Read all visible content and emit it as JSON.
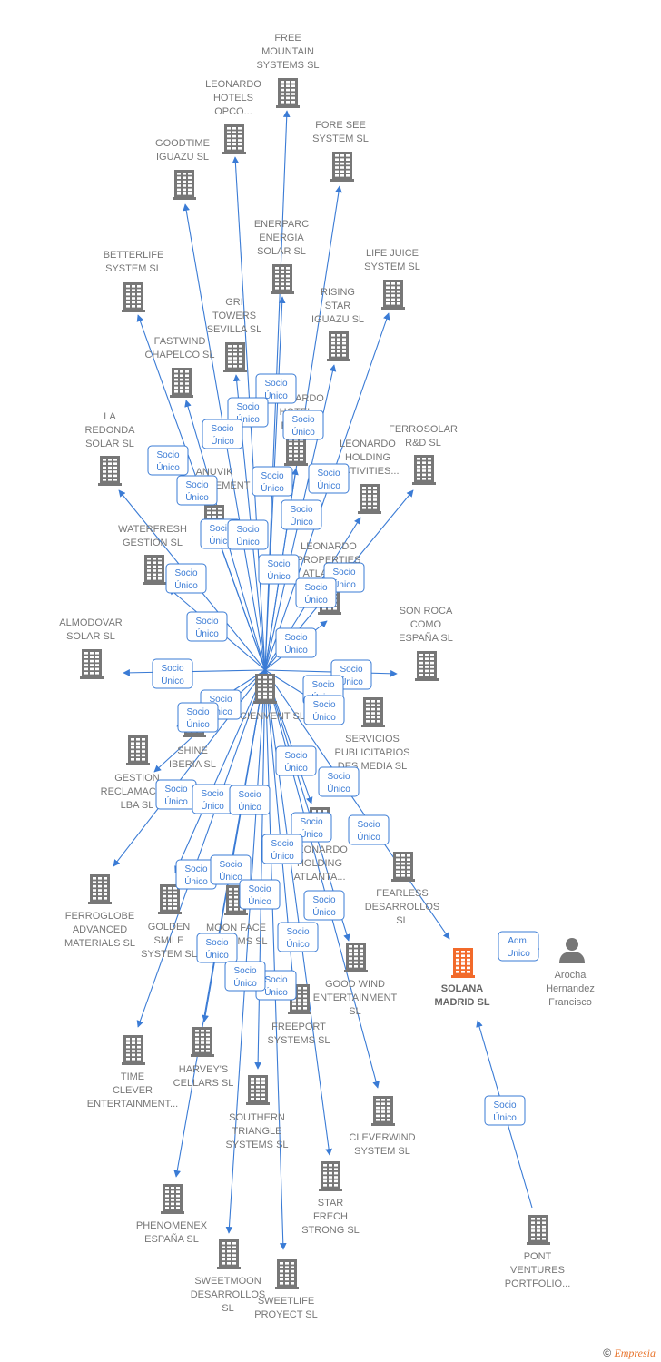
{
  "colors": {
    "edge": "#3a7bd5",
    "node": "#777777",
    "highlight": "#f26a2a",
    "badge_border": "#3a7bd5",
    "badge_text": "#3a7bd5",
    "label": "#777777"
  },
  "center": {
    "id": "cienvent",
    "label": [
      "CIENVENT SL"
    ]
  },
  "highlight": {
    "id": "solana",
    "label": [
      "SOLANA",
      "MADRID SL"
    ]
  },
  "person": {
    "id": "arocha",
    "label": [
      "Arocha",
      "Hernandez",
      "Francisco"
    ]
  },
  "nodes": [
    {
      "id": "free",
      "label": [
        "FREE",
        "MOUNTAIN",
        "SYSTEMS SL"
      ]
    },
    {
      "id": "leonardo_hotels",
      "label": [
        "LEONARDO",
        "HOTELS",
        "OPCO..."
      ]
    },
    {
      "id": "fore",
      "label": [
        "FORE SEE",
        "SYSTEM SL"
      ]
    },
    {
      "id": "goodtime",
      "label": [
        "GOODTIME",
        "IGUAZU SL"
      ]
    },
    {
      "id": "enerparc",
      "label": [
        "ENERPARC",
        "ENERGIA",
        "SOLAR SL"
      ]
    },
    {
      "id": "betterlife",
      "label": [
        "BETTERLIFE",
        "SYSTEM SL"
      ]
    },
    {
      "id": "lifejuice",
      "label": [
        "LIFE JUICE",
        "SYSTEM SL"
      ]
    },
    {
      "id": "gri",
      "label": [
        "GRI",
        "TOWERS",
        "SEVILLA SL"
      ]
    },
    {
      "id": "rising",
      "label": [
        "RISING",
        "STAR",
        "IGUAZU SL"
      ]
    },
    {
      "id": "fastwind",
      "label": [
        "FASTWIND",
        "CHAPELCO SL"
      ]
    },
    {
      "id": "leonardo_hotel2",
      "label": [
        "LEONARDO",
        "HOTEL",
        "PRO..."
      ]
    },
    {
      "id": "laredonda",
      "label": [
        "LA",
        "REDONDA",
        "SOLAR SL"
      ]
    },
    {
      "id": "ferrosolar",
      "label": [
        "FERROSOLAR",
        "R&D SL"
      ]
    },
    {
      "id": "leonardo_holding",
      "label": [
        "LEONARDO",
        "HOLDING",
        "ACTIVITIES..."
      ]
    },
    {
      "id": "anuvik",
      "label": [
        "ANUVIK",
        "MANAGEMENT"
      ]
    },
    {
      "id": "waterfresh",
      "label": [
        "WATERFRESH",
        "GESTION SL"
      ]
    },
    {
      "id": "leonardo_props",
      "label": [
        "LEONARDO",
        "PROPERTIES",
        "ATLANTA..."
      ]
    },
    {
      "id": "almodovar",
      "label": [
        "ALMODOVAR",
        "SOLAR SL"
      ]
    },
    {
      "id": "sonroca",
      "label": [
        "SON ROCA",
        "COMO",
        "ESPAÑA SL"
      ]
    },
    {
      "id": "servicios",
      "label": [
        "SERVICIOS",
        "PUBLICITARIOS",
        "DES MEDIA SL"
      ]
    },
    {
      "id": "shine",
      "label": [
        "SHINE",
        "IBERIA SL"
      ]
    },
    {
      "id": "gestion",
      "label": [
        "GESTION",
        "RECLAMACION",
        "LBA SL"
      ]
    },
    {
      "id": "leonardo_holding2",
      "label": [
        "LEONARDO",
        "HOLDING",
        "ATLANTA..."
      ]
    },
    {
      "id": "fearless",
      "label": [
        "FEARLESS",
        "DESARROLLOS",
        "SL"
      ]
    },
    {
      "id": "ferroglobe",
      "label": [
        "FERROGLOBE",
        "ADVANCED",
        "MATERIALS SL"
      ]
    },
    {
      "id": "golden",
      "label": [
        "GOLDEN",
        "SMILE",
        "SYSTEM SL"
      ]
    },
    {
      "id": "moonface",
      "label": [
        "MOON FACE",
        "SYSTEMS SL"
      ]
    },
    {
      "id": "goodwind",
      "label": [
        "GOOD WIND",
        "ENTERTAINMENT",
        "SL"
      ]
    },
    {
      "id": "freeport",
      "label": [
        "FREEPORT",
        "SYSTEMS SL"
      ]
    },
    {
      "id": "timeclever",
      "label": [
        "TIME",
        "CLEVER",
        "ENTERTAINMENT..."
      ]
    },
    {
      "id": "harveys",
      "label": [
        "HARVEY'S",
        "CELLARS SL"
      ]
    },
    {
      "id": "southern",
      "label": [
        "SOUTHERN",
        "TRIANGLE",
        "SYSTEMS SL"
      ]
    },
    {
      "id": "cleverwind",
      "label": [
        "CLEVERWIND",
        "SYSTEM SL"
      ]
    },
    {
      "id": "starfresh",
      "label": [
        "STAR",
        "FRECH",
        "STRONG SL"
      ]
    },
    {
      "id": "phenomenex",
      "label": [
        "PHENOMENEX",
        "ESPAÑA SL"
      ]
    },
    {
      "id": "sweetmoon",
      "label": [
        "SWEETMOON",
        "DESARROLLOS",
        "SL"
      ]
    },
    {
      "id": "sweetlife",
      "label": [
        "SWEETLIFE",
        "PROYECT SL"
      ]
    },
    {
      "id": "pont",
      "label": [
        "PONT",
        "VENTURES",
        "PORTFOLIO..."
      ]
    }
  ],
  "edge_label": [
    "Socio",
    "Único"
  ],
  "adm_label": [
    "Adm.",
    "Unico"
  ],
  "footer": {
    "copyright": "©",
    "brand": "Empresia"
  }
}
